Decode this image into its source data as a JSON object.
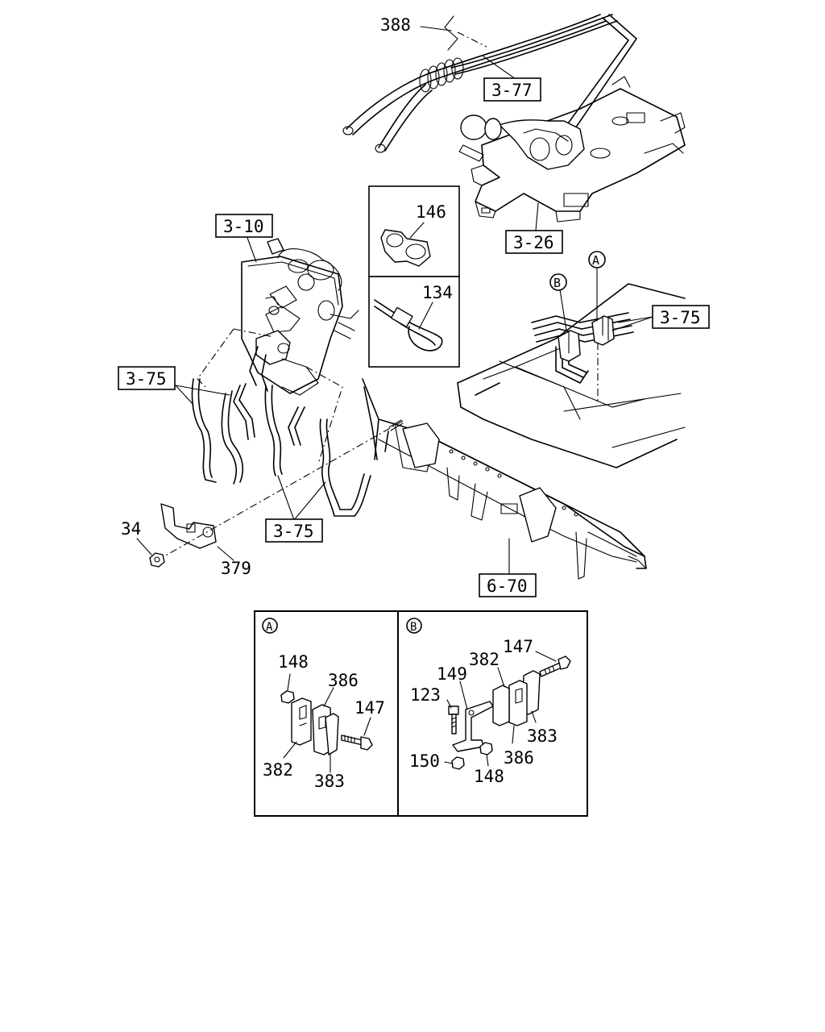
{
  "references": {
    "r_3_77": "3-77",
    "r_3_26": "3-26",
    "r_3_10": "3-10",
    "r_3_75_right": "3-75",
    "r_3_75_left": "3-75",
    "r_3_75_bottom": "3-75",
    "r_6_70": "6-70"
  },
  "parts": {
    "p388": "388",
    "p146": "146",
    "p134": "134",
    "p34": "34",
    "p379": "379"
  },
  "callouts": {
    "a": "A",
    "b": "B"
  },
  "detail_a": {
    "title": "A",
    "p148": "148",
    "p386": "386",
    "p147": "147",
    "p382": "382",
    "p383": "383"
  },
  "detail_b": {
    "title": "B",
    "p147": "147",
    "p382": "382",
    "p149": "149",
    "p123": "123",
    "p383": "383",
    "p386": "386",
    "p150": "150",
    "p148": "148"
  }
}
